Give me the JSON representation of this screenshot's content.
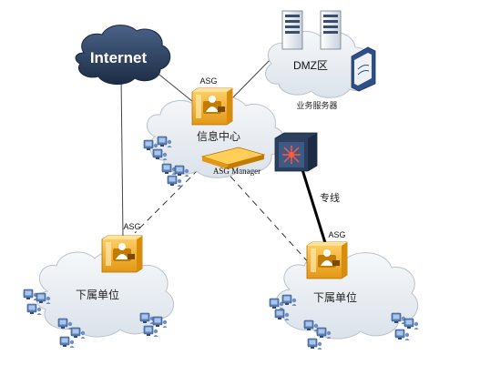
{
  "internet": {
    "label": "Internet"
  },
  "dmz": {
    "label": "DMZ区",
    "caption": "业务服务器"
  },
  "datacenter": {
    "asg_label": "ASG",
    "cloud_label": "信息中心",
    "manager_label": "ASG Manager"
  },
  "branch_left": {
    "asg_label": "ASG",
    "cloud_label": "下属单位"
  },
  "branch_right": {
    "asg_label": "ASG",
    "cloud_label": "下属单位"
  },
  "links": {
    "dedicated_line_label": "专线"
  },
  "colors": {
    "cloud_fill": "#e9eef3",
    "internet_fill": "#2b3f5e",
    "asg_orange": "#f2a91e",
    "dedicated_line": "#000000",
    "dashed_line": "#333333"
  }
}
